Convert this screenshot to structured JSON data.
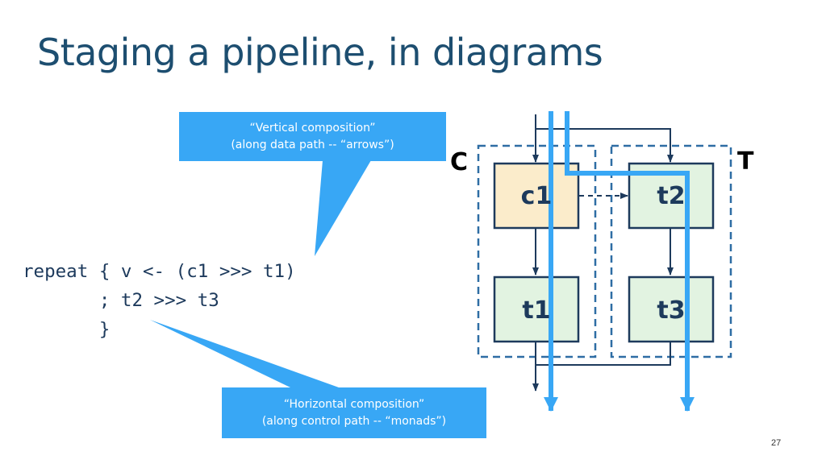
{
  "slide": {
    "title": "Staging a pipeline, in diagrams",
    "page_number": "27"
  },
  "code": {
    "lines": [
      "repeat { v <- (c1 >>> t1)",
      "       ; t2 >>> t3",
      "       }"
    ]
  },
  "callouts": {
    "vertical": {
      "line1": "“Vertical composition”",
      "line2": "(along data path -- “arrows”)"
    },
    "horizontal": {
      "line1": "“Horizontal composition”",
      "line2": "(along control path -- “monads”)"
    }
  },
  "diagram": {
    "groups": {
      "left": "C",
      "right": "T"
    },
    "nodes": {
      "c1": "c1",
      "t1": "t1",
      "t2": "t2",
      "t3": "t3"
    },
    "colors": {
      "control_line": "#38a7f5",
      "data_arrow": "#1d3a5c",
      "group_border": "#2e6da4",
      "node_c_fill": "#fbeccb",
      "node_t_fill": "#e2f3e1",
      "node_border": "#1d3a5c"
    }
  }
}
